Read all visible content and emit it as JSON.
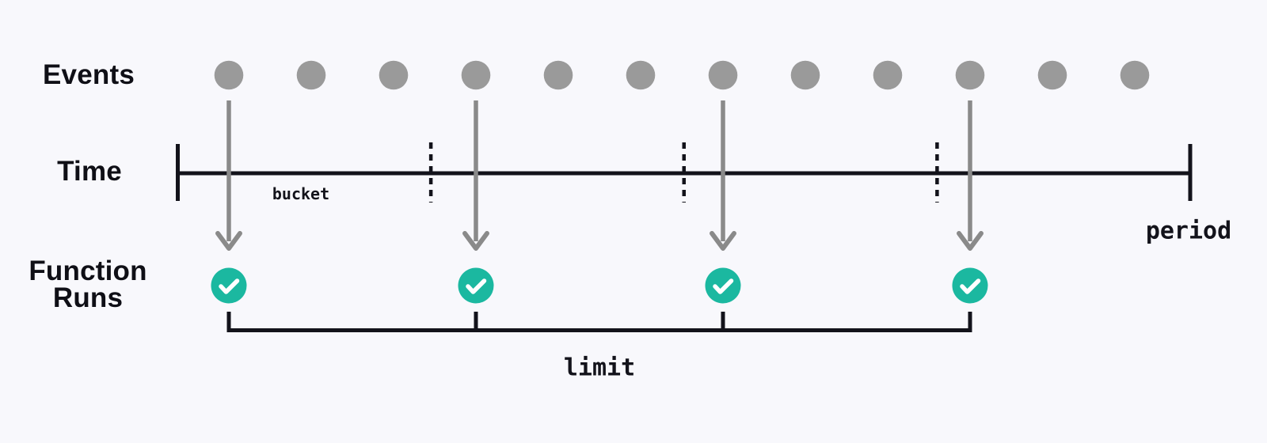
{
  "diagram": {
    "rows": {
      "events_label": "Events",
      "time_label": "Time",
      "function_runs_label_line1": "Function",
      "function_runs_label_line2": "Runs"
    },
    "annotations": {
      "bucket": "bucket",
      "period": "period",
      "limit": "limit"
    },
    "events": {
      "count": 12
    },
    "buckets": {
      "count": 4,
      "events_per_bucket": 3
    },
    "function_runs": {
      "count": 4,
      "icon": "check-icon"
    },
    "colors": {
      "background": "#f8f8fc",
      "event_dot": "#9a9a9a",
      "arrow": "#8a8a8a",
      "line": "#13131b",
      "run_circle": "#1bb8a0",
      "check": "#ffffff",
      "text": "#0f0f16"
    }
  }
}
